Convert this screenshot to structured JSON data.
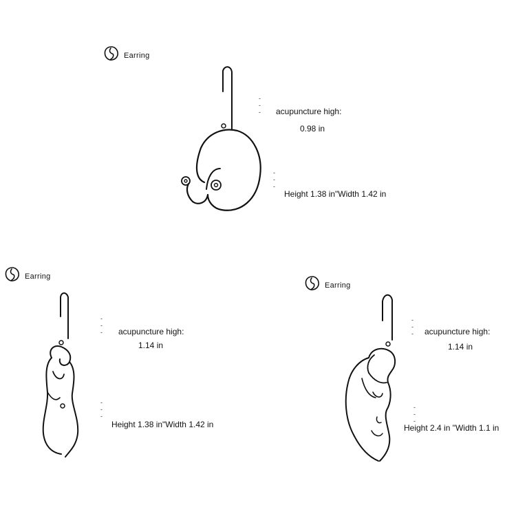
{
  "panels": [
    {
      "brand_label": "Earring",
      "dots_top": "---",
      "acupuncture_label": "acupuncture high:",
      "acupuncture_value": "0.98 in",
      "dots_bottom": "---",
      "size_text": "Height 1.38 in\"Width  1.42 in"
    },
    {
      "brand_label": "Earring",
      "dots_top": "---",
      "acupuncture_label": "acupuncture high:",
      "acupuncture_value": "1.14 in",
      "dots_bottom": "---",
      "size_text": "Height 1.38 in\"Width 1.42 in"
    },
    {
      "brand_label": "Earring",
      "dots_top": "---",
      "acupuncture_label": "acupuncture high:",
      "acupuncture_value": "1.14 in",
      "dots_bottom": "---",
      "size_text": "Height  2.4 in \"Width 1.1 in"
    }
  ]
}
